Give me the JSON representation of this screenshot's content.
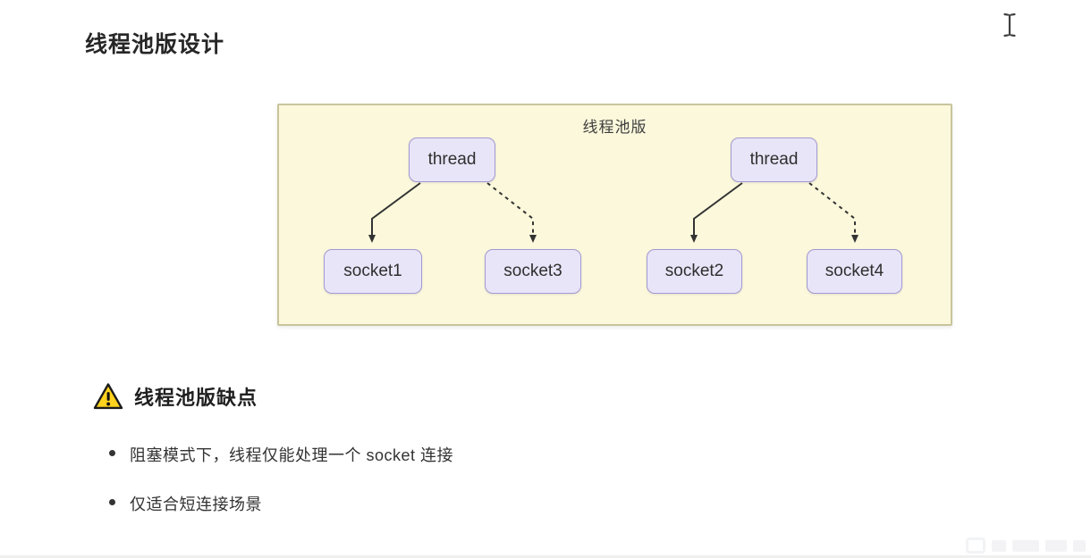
{
  "page": {
    "title": "线程池版设计"
  },
  "diagram": {
    "title": "线程池版",
    "nodes": [
      {
        "id": "thread-left",
        "label": "thread"
      },
      {
        "id": "thread-right",
        "label": "thread"
      },
      {
        "id": "socket1",
        "label": "socket1"
      },
      {
        "id": "socket3",
        "label": "socket3"
      },
      {
        "id": "socket2",
        "label": "socket2"
      },
      {
        "id": "socket4",
        "label": "socket4"
      }
    ],
    "edges": [
      {
        "from": "thread-left",
        "to": "socket1",
        "style": "solid"
      },
      {
        "from": "thread-left",
        "to": "socket3",
        "style": "dashed"
      },
      {
        "from": "thread-right",
        "to": "socket2",
        "style": "solid"
      },
      {
        "from": "thread-right",
        "to": "socket4",
        "style": "dashed"
      }
    ],
    "colors": {
      "panel_bg": "#fbf8db",
      "panel_border": "#c9c49c",
      "node_bg": "#e9e5f8",
      "node_border": "#a39ad1",
      "edge": "#333333"
    }
  },
  "warning": {
    "heading": "线程池版缺点",
    "icon": "warning-triangle",
    "icon_fill": "#ffd21e",
    "icon_stroke": "#1a1a1a",
    "bullets": [
      "阻塞模式下，线程仅能处理一个 socket 连接",
      "仅适合短连接场景"
    ]
  },
  "cursor": {
    "type": "text-ibeam"
  }
}
